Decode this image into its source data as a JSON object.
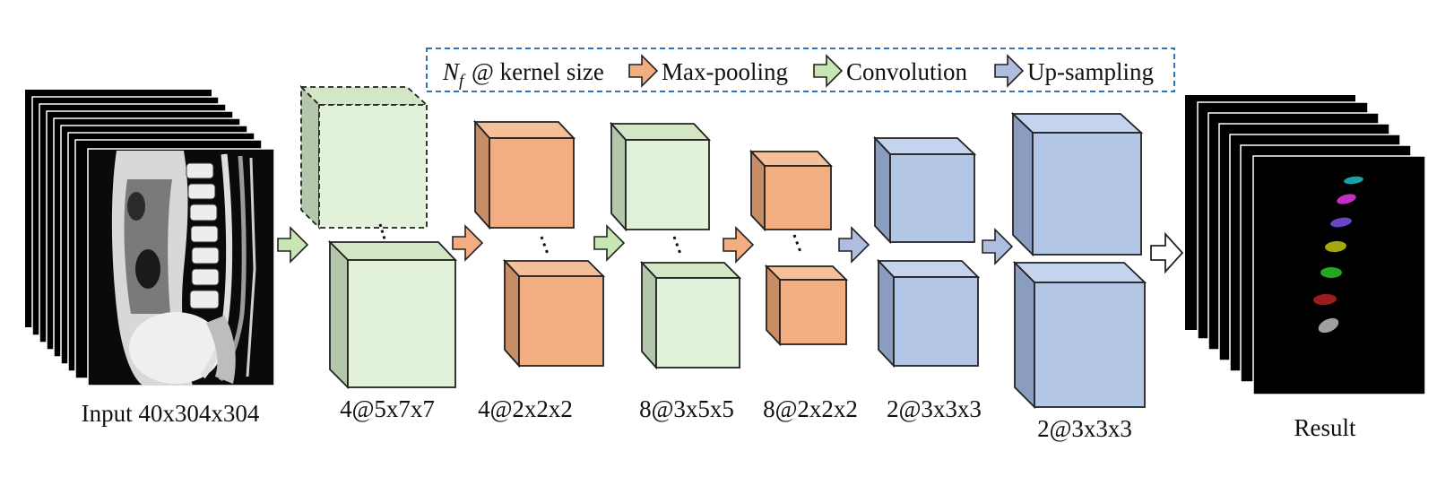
{
  "legend": {
    "nf_symbol": "N",
    "nf_subscript": "f",
    "kernel_text": "@ kernel size",
    "items": [
      {
        "label": "Max-pooling",
        "color": "#f2ad80"
      },
      {
        "label": "Convolution",
        "color": "#c8e6b4"
      },
      {
        "label": "Up-sampling",
        "color": "#aebde0"
      }
    ],
    "border_color": "#2e75b6"
  },
  "input_label": "Input 40x304x304",
  "result_label": "Result",
  "layers": [
    {
      "kind": "convolution",
      "label": "4@5x7x7"
    },
    {
      "kind": "max-pooling",
      "label": "4@2x2x2"
    },
    {
      "kind": "convolution",
      "label": "8@3x5x5"
    },
    {
      "kind": "max-pooling",
      "label": "8@2x2x2"
    },
    {
      "kind": "up-sampling",
      "label": "2@3x3x3"
    },
    {
      "kind": "up-sampling",
      "label": "2@3x3x3"
    }
  ],
  "colors": {
    "convolution": {
      "front": "#e2f1d9",
      "side": "#b5c7aa",
      "top": "#d3e6c6"
    },
    "max-pooling": {
      "front": "#f2ad80",
      "side": "#c98d65",
      "top": "#f5bf9a"
    },
    "up-sampling": {
      "front": "#b4c6e6",
      "side": "#8a9cc0",
      "top": "#c4d3ee"
    },
    "output_arrow": "#ffffff",
    "result_segments": [
      "#19a0a8",
      "#c22fc2",
      "#6a45c8",
      "#a6a60e",
      "#24a824",
      "#9c1c1c",
      "#a0a0a0"
    ]
  }
}
